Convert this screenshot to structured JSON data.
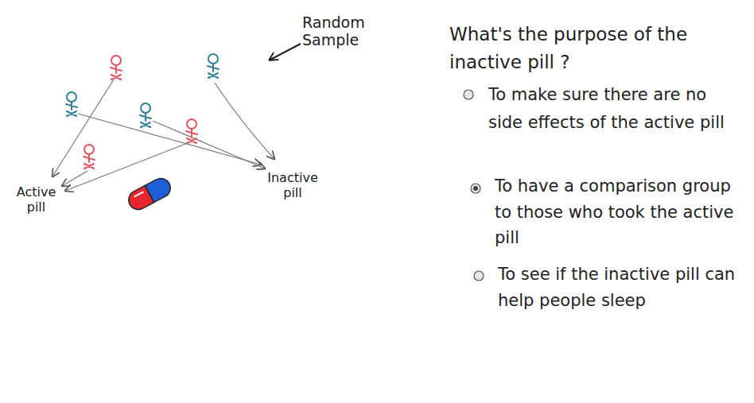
{
  "diagram": {
    "title": "What's the purpose of the inactive pill ?",
    "labels": [
      "Random Sample",
      "Active pill",
      "Inactive pill",
      "To make sure there are no side effects of the active pill",
      "To have a comparison group to those who took the active pill",
      "To see if the inactive pill can help people sleep"
    ]
  }
}
